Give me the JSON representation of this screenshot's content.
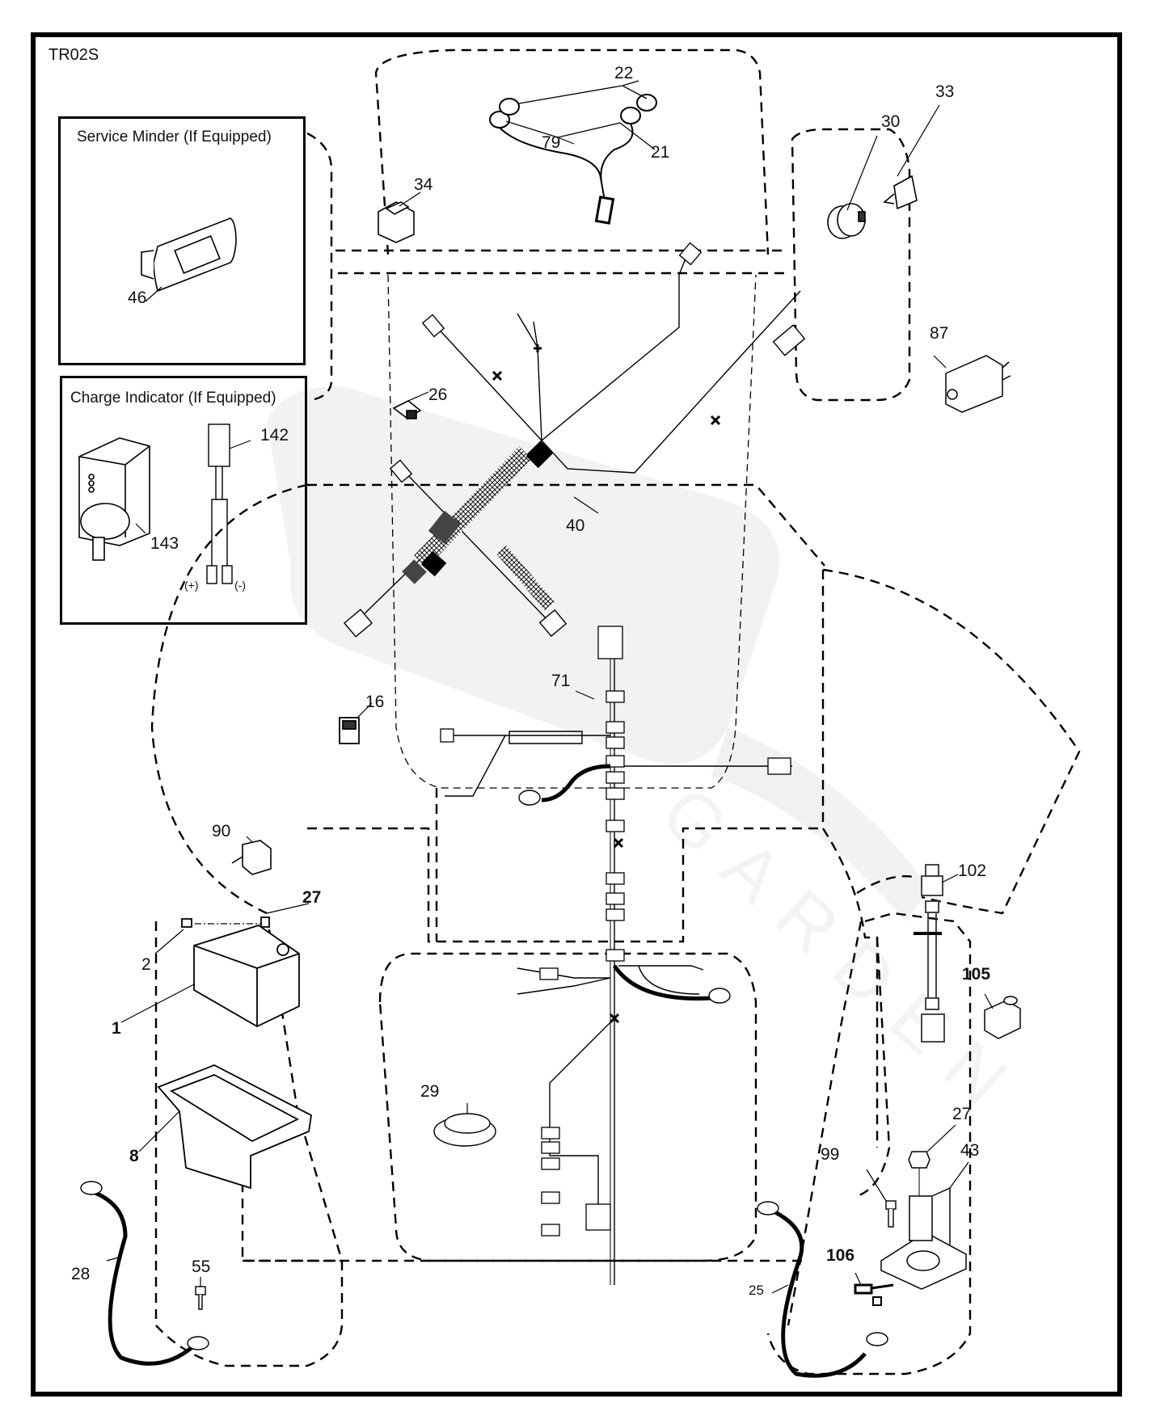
{
  "diagram": {
    "code": "TR02S",
    "type": "Electrical schematic / exploded parts diagram",
    "watermark": "GARDEN"
  },
  "insets": {
    "service_minder": {
      "title": "Service Minder (If Equipped)",
      "parts": [
        "46"
      ]
    },
    "charge_indicator": {
      "title": "Charge Indicator (If Equipped)",
      "parts": [
        "142",
        "143"
      ],
      "terminal_positive": "(+)",
      "terminal_negative": "(-)"
    }
  },
  "callouts": [
    {
      "id": "c22",
      "label": "22",
      "bold": false,
      "part": "lamp bulbs"
    },
    {
      "id": "c79",
      "label": "79",
      "bold": false,
      "part": "lamp sockets"
    },
    {
      "id": "c21",
      "label": "21",
      "bold": false,
      "part": "headlight harness"
    },
    {
      "id": "c34",
      "label": "34",
      "bold": false,
      "part": "switch"
    },
    {
      "id": "c30",
      "label": "30",
      "bold": false,
      "part": "ignition switch"
    },
    {
      "id": "c33",
      "label": "33",
      "bold": false,
      "part": "key"
    },
    {
      "id": "c87",
      "label": "87",
      "bold": false,
      "part": "interlock switch"
    },
    {
      "id": "c26",
      "label": "26",
      "bold": false,
      "part": "fuse"
    },
    {
      "id": "c40",
      "label": "40",
      "bold": false,
      "part": "main wiring harness"
    },
    {
      "id": "c71",
      "label": "71",
      "bold": false,
      "part": "rear harness"
    },
    {
      "id": "c16",
      "label": "16",
      "bold": false,
      "part": "relay"
    },
    {
      "id": "c90",
      "label": "90",
      "bold": false,
      "part": "plunger switch"
    },
    {
      "id": "c27a",
      "label": "27",
      "bold": true,
      "part": "nut"
    },
    {
      "id": "c2",
      "label": "2",
      "bold": false,
      "part": "bolt"
    },
    {
      "id": "c1",
      "label": "1",
      "bold": true,
      "part": "battery"
    },
    {
      "id": "c8",
      "label": "8",
      "bold": true,
      "part": "battery tray"
    },
    {
      "id": "c28",
      "label": "28",
      "bold": false,
      "part": "battery cable"
    },
    {
      "id": "c55",
      "label": "55",
      "bold": false,
      "part": "screw"
    },
    {
      "id": "c29",
      "label": "29",
      "bold": false,
      "part": "grommet"
    },
    {
      "id": "c102",
      "label": "102",
      "bold": false,
      "part": "connector harness"
    },
    {
      "id": "c105",
      "label": "105",
      "bold": true,
      "part": "solenoid"
    },
    {
      "id": "c27b",
      "label": "27",
      "bold": false,
      "part": "nut"
    },
    {
      "id": "c43",
      "label": "43",
      "bold": false,
      "part": "starter solenoid"
    },
    {
      "id": "c99",
      "label": "99",
      "bold": false,
      "part": "bolt"
    },
    {
      "id": "c106",
      "label": "106",
      "bold": true,
      "part": "clip"
    },
    {
      "id": "c25",
      "label": "25",
      "bold": false,
      "part": "solenoid cable"
    },
    {
      "id": "c46",
      "label": "46",
      "bold": false,
      "part": "service minder"
    },
    {
      "id": "c142",
      "label": "142",
      "bold": false,
      "part": "charge indicator harness"
    },
    {
      "id": "c143",
      "label": "143",
      "bold": false,
      "part": "charge indicator"
    }
  ]
}
